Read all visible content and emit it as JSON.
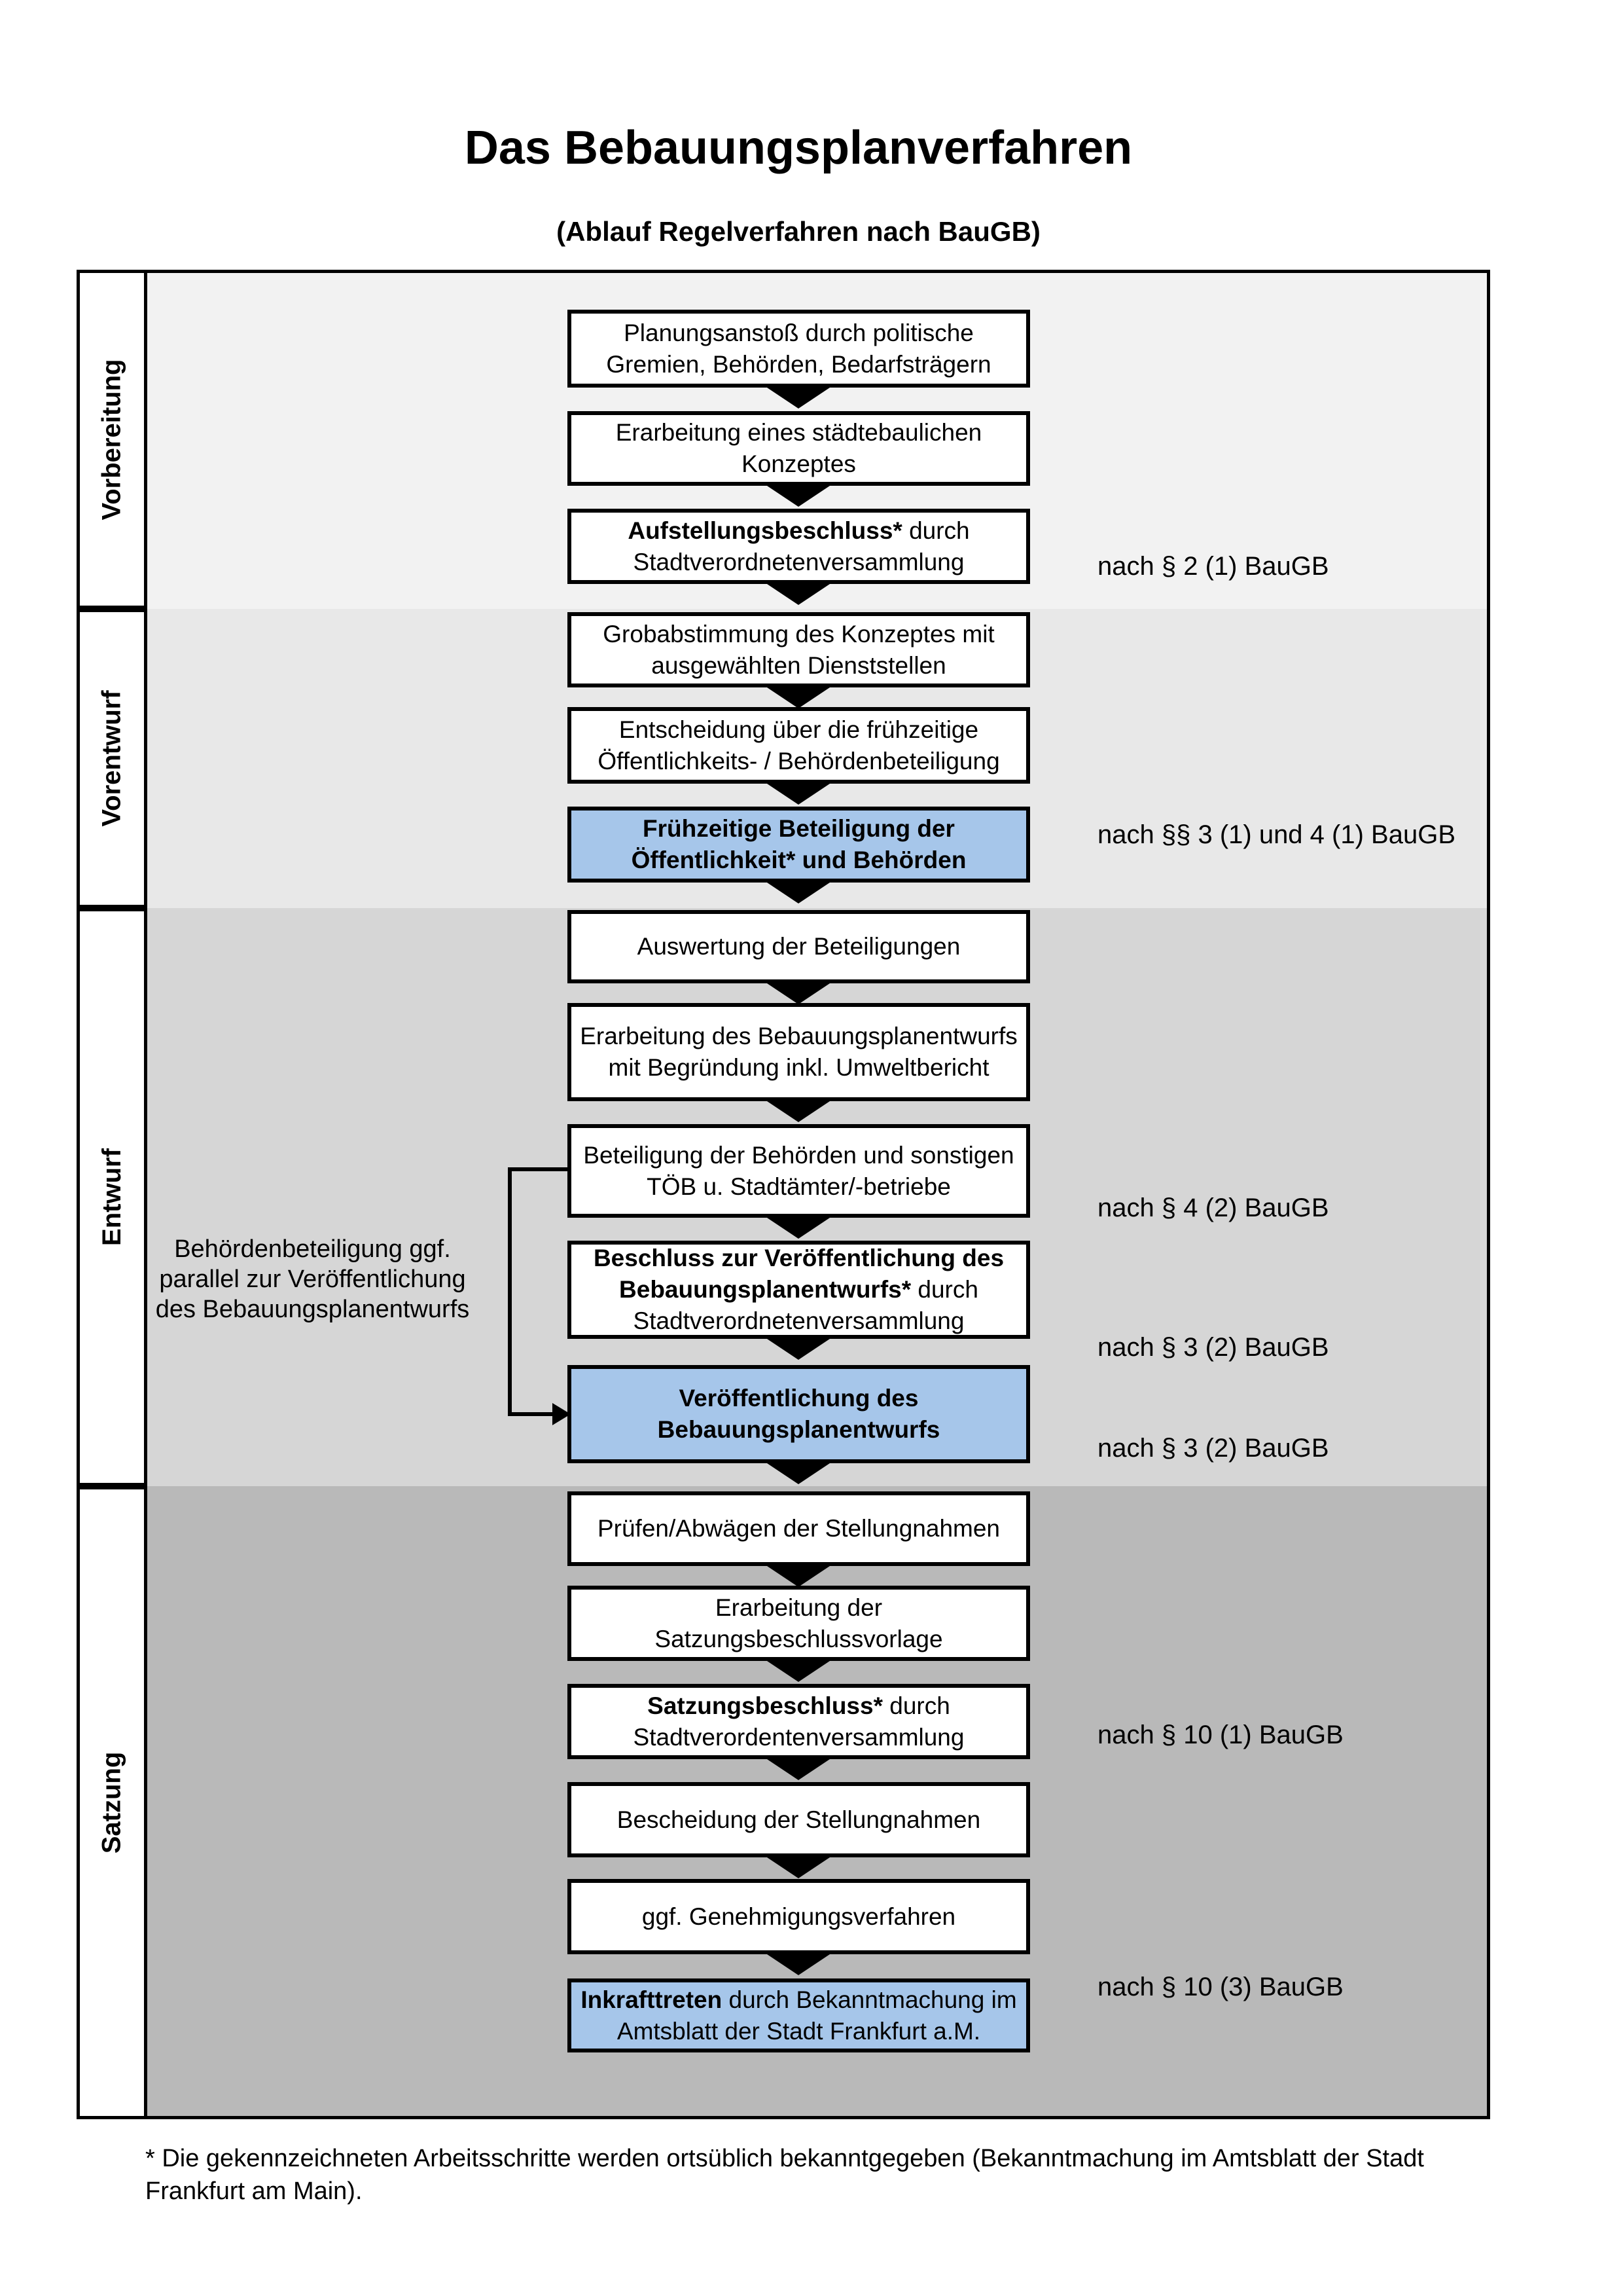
{
  "title": "Das Bebauungsplanverfahren",
  "subtitle": "(Ablauf Regelverfahren nach BauGB)",
  "colors": {
    "highlight_box": "#a6c6ea",
    "box_background": "#ffffff",
    "box_border": "#000000",
    "section_backgrounds": {
      "vorbereitung": "#f2f2f2",
      "vorentwurf": "#e8e8e8",
      "entwurf": "#d6d6d6",
      "satzung": "#b9b9b9"
    }
  },
  "phases": [
    {
      "id": "vorbereitung",
      "label": "Vorbereitung"
    },
    {
      "id": "vorentwurf",
      "label": "Vorentwurf"
    },
    {
      "id": "entwurf",
      "label": "Entwurf"
    },
    {
      "id": "satzung",
      "label": "Satzung"
    }
  ],
  "steps": [
    {
      "id": "planungsanstoss",
      "phase": "vorbereitung",
      "highlighted": false,
      "reference": "",
      "segments": [
        {
          "text": "Planungsanstoß durch politische Gremien, Behörden, Bedarfsträgern",
          "bold": false
        }
      ]
    },
    {
      "id": "staedtebauliches-konzept",
      "phase": "vorbereitung",
      "highlighted": false,
      "reference": "",
      "segments": [
        {
          "text": "Erarbeitung eines städtebaulichen Konzeptes",
          "bold": false
        }
      ]
    },
    {
      "id": "aufstellungsbeschluss",
      "phase": "vorbereitung",
      "highlighted": false,
      "reference": "nach § 2 (1) BauGB",
      "segments": [
        {
          "text": "Aufstellungsbeschluss*",
          "bold": true
        },
        {
          "text": " durch Stadtverordnetenversammlung",
          "bold": false
        }
      ]
    },
    {
      "id": "grobabstimmung",
      "phase": "vorentwurf",
      "highlighted": false,
      "reference": "",
      "segments": [
        {
          "text": "Grobabstimmung des Konzeptes mit ausgewählten Dienststellen",
          "bold": false
        }
      ]
    },
    {
      "id": "entscheidung-fruehzeitige-beteiligung",
      "phase": "vorentwurf",
      "highlighted": false,
      "reference": "",
      "segments": [
        {
          "text": "Entscheidung über die frühzeitige Öffentlichkeits- / Behördenbeteiligung",
          "bold": false
        }
      ]
    },
    {
      "id": "fruehzeitige-beteiligung",
      "phase": "vorentwurf",
      "highlighted": true,
      "reference": "nach §§ 3 (1) und 4 (1) BauGB",
      "segments": [
        {
          "text": "Frühzeitige Beteiligung der Öffentlichkeit* und Behörden",
          "bold": true
        }
      ]
    },
    {
      "id": "auswertung-beteiligungen",
      "phase": "entwurf",
      "highlighted": false,
      "reference": "",
      "segments": [
        {
          "text": "Auswertung der Beteiligungen",
          "bold": false
        }
      ]
    },
    {
      "id": "erarbeitung-bebauungsplanentwurf",
      "phase": "entwurf",
      "highlighted": false,
      "reference": "",
      "segments": [
        {
          "text": "Erarbeitung des Bebauungsplanentwurfs mit Begründung inkl. Umweltbericht",
          "bold": false
        }
      ]
    },
    {
      "id": "beteiligung-behoerden-toeb",
      "phase": "entwurf",
      "highlighted": false,
      "reference": "nach § 4 (2) BauGB",
      "segments": [
        {
          "text": "Beteiligung der Behörden und sonstigen TÖB u. Stadtämter/-betriebe",
          "bold": false
        }
      ]
    },
    {
      "id": "beschluss-veroeffentlichung",
      "phase": "entwurf",
      "highlighted": false,
      "reference": "nach § 3 (2) BauGB",
      "segments": [
        {
          "text": "Beschluss zur Veröffentlichung des Bebauungsplanentwurfs*",
          "bold": true
        },
        {
          "text": " durch Stadtverordnetenversammlung",
          "bold": false
        }
      ]
    },
    {
      "id": "veroeffentlichung-entwurf",
      "phase": "entwurf",
      "highlighted": true,
      "reference": "nach § 3 (2) BauGB",
      "segments": [
        {
          "text": "Veröffentlichung des Bebauungsplanentwurfs",
          "bold": true
        }
      ]
    },
    {
      "id": "pruefen-abwaegen-stellungnahmen",
      "phase": "satzung",
      "highlighted": false,
      "reference": "",
      "segments": [
        {
          "text": "Prüfen/Abwägen der Stellungnahmen",
          "bold": false
        }
      ]
    },
    {
      "id": "erarbeitung-satzungsbeschlussvorlage",
      "phase": "satzung",
      "highlighted": false,
      "reference": "",
      "segments": [
        {
          "text": "Erarbeitung der Satzungsbeschlussvorlage",
          "bold": false
        }
      ]
    },
    {
      "id": "satzungsbeschluss",
      "phase": "satzung",
      "highlighted": false,
      "reference": "nach § 10 (1) BauGB",
      "segments": [
        {
          "text": "Satzungsbeschluss*",
          "bold": true
        },
        {
          "text": " durch Stadtverordentenversammlung",
          "bold": false
        }
      ]
    },
    {
      "id": "bescheidung-stellungnahmen",
      "phase": "satzung",
      "highlighted": false,
      "reference": "",
      "segments": [
        {
          "text": "Bescheidung der Stellungnahmen",
          "bold": false
        }
      ]
    },
    {
      "id": "genehmigungsverfahren",
      "phase": "satzung",
      "highlighted": false,
      "reference": "",
      "segments": [
        {
          "text": "ggf. Genehmigungsverfahren",
          "bold": false
        }
      ]
    },
    {
      "id": "inkrafttreten",
      "phase": "satzung",
      "highlighted": true,
      "reference": "nach § 10 (3) BauGB",
      "segments": [
        {
          "text": "Inkrafttreten",
          "bold": true
        },
        {
          "text": " durch Bekanntmachung im Amtsblatt der Stadt Frankfurt a.M.",
          "bold": false
        }
      ]
    }
  ],
  "side_note": {
    "text": "Behördenbeteiligung ggf. parallel zur Veröffentlichung des Bebauungsplanentwurfs"
  },
  "footnote": "* Die gekennzeichneten Arbeitsschritte werden ortsüblich bekanntgegeben (Bekanntmachung im Amtsblatt der Stadt Frankfurt am Main)."
}
